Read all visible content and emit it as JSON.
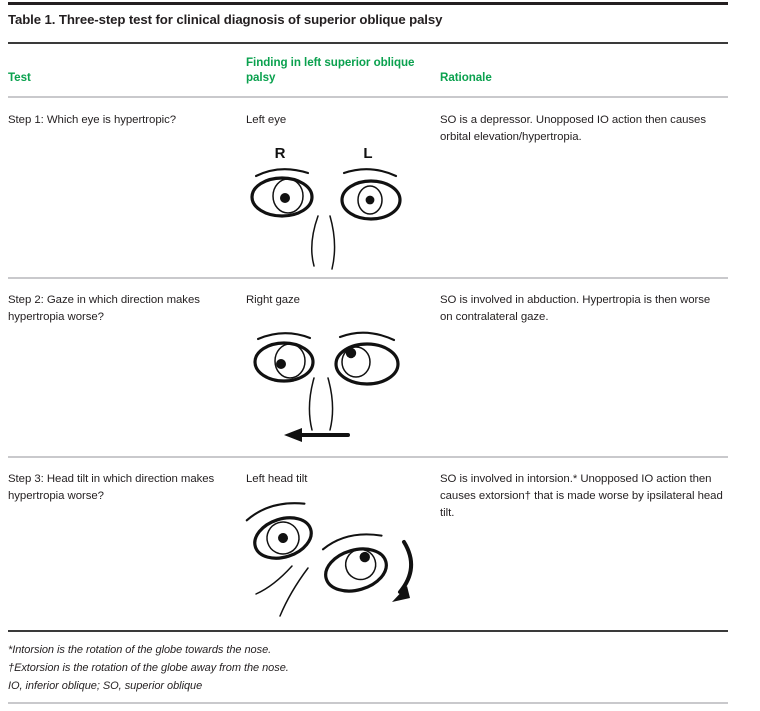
{
  "table": {
    "title": "Table 1. Three-step test for clinical diagnosis of superior oblique palsy",
    "accent_color": "#0aa14e",
    "text_color": "#231f20",
    "rule_color_heavy": "#231f20",
    "rule_color_light": "#c9c9cc",
    "columns": [
      {
        "id": "test",
        "label": "Test"
      },
      {
        "id": "finding",
        "label": "Finding in left superior oblique palsy"
      },
      {
        "id": "rationale",
        "label": "Rationale"
      }
    ],
    "rows": [
      {
        "id": "step-1",
        "test": "Step 1: Which eye is hypertropic?",
        "finding": "Left eye",
        "rationale": "SO is a depressor. Unopposed IO action then causes orbital elevation/hypertropia.",
        "figure": {
          "name": "primary-gaze-eyes-diagram",
          "labels": [
            "R",
            "L"
          ],
          "description": "Front-facing pair of eyes with right/left labels and nose outline"
        }
      },
      {
        "id": "step-2",
        "test": "Step 2: Gaze in which direction makes hypertropia worse?",
        "finding": "Right gaze",
        "rationale": "SO is involved in abduction. Hypertropia is then worse on contralateral gaze.",
        "figure": {
          "name": "right-gaze-eyes-diagram",
          "labels": [],
          "description": "Pair of eyes in right gaze with leftward arrow beneath"
        }
      },
      {
        "id": "step-3",
        "test": "Step 3: Head tilt in which direction makes hypertropia worse?",
        "finding": "Left head tilt",
        "rationale": "SO is involved in intorsion.* Unopposed IO action then causes extorsion† that is made worse by ipsilateral head tilt.",
        "figure": {
          "name": "head-tilt-eyes-diagram",
          "labels": [],
          "description": "Tilted pair of eyes with curved clockwise arrow indicating head tilt"
        }
      }
    ],
    "footnotes": [
      "*Intorsion is the rotation of the globe towards the nose.",
      "†Extorsion is the rotation of the globe away from the nose.",
      "IO, inferior oblique; SO, superior oblique"
    ]
  }
}
